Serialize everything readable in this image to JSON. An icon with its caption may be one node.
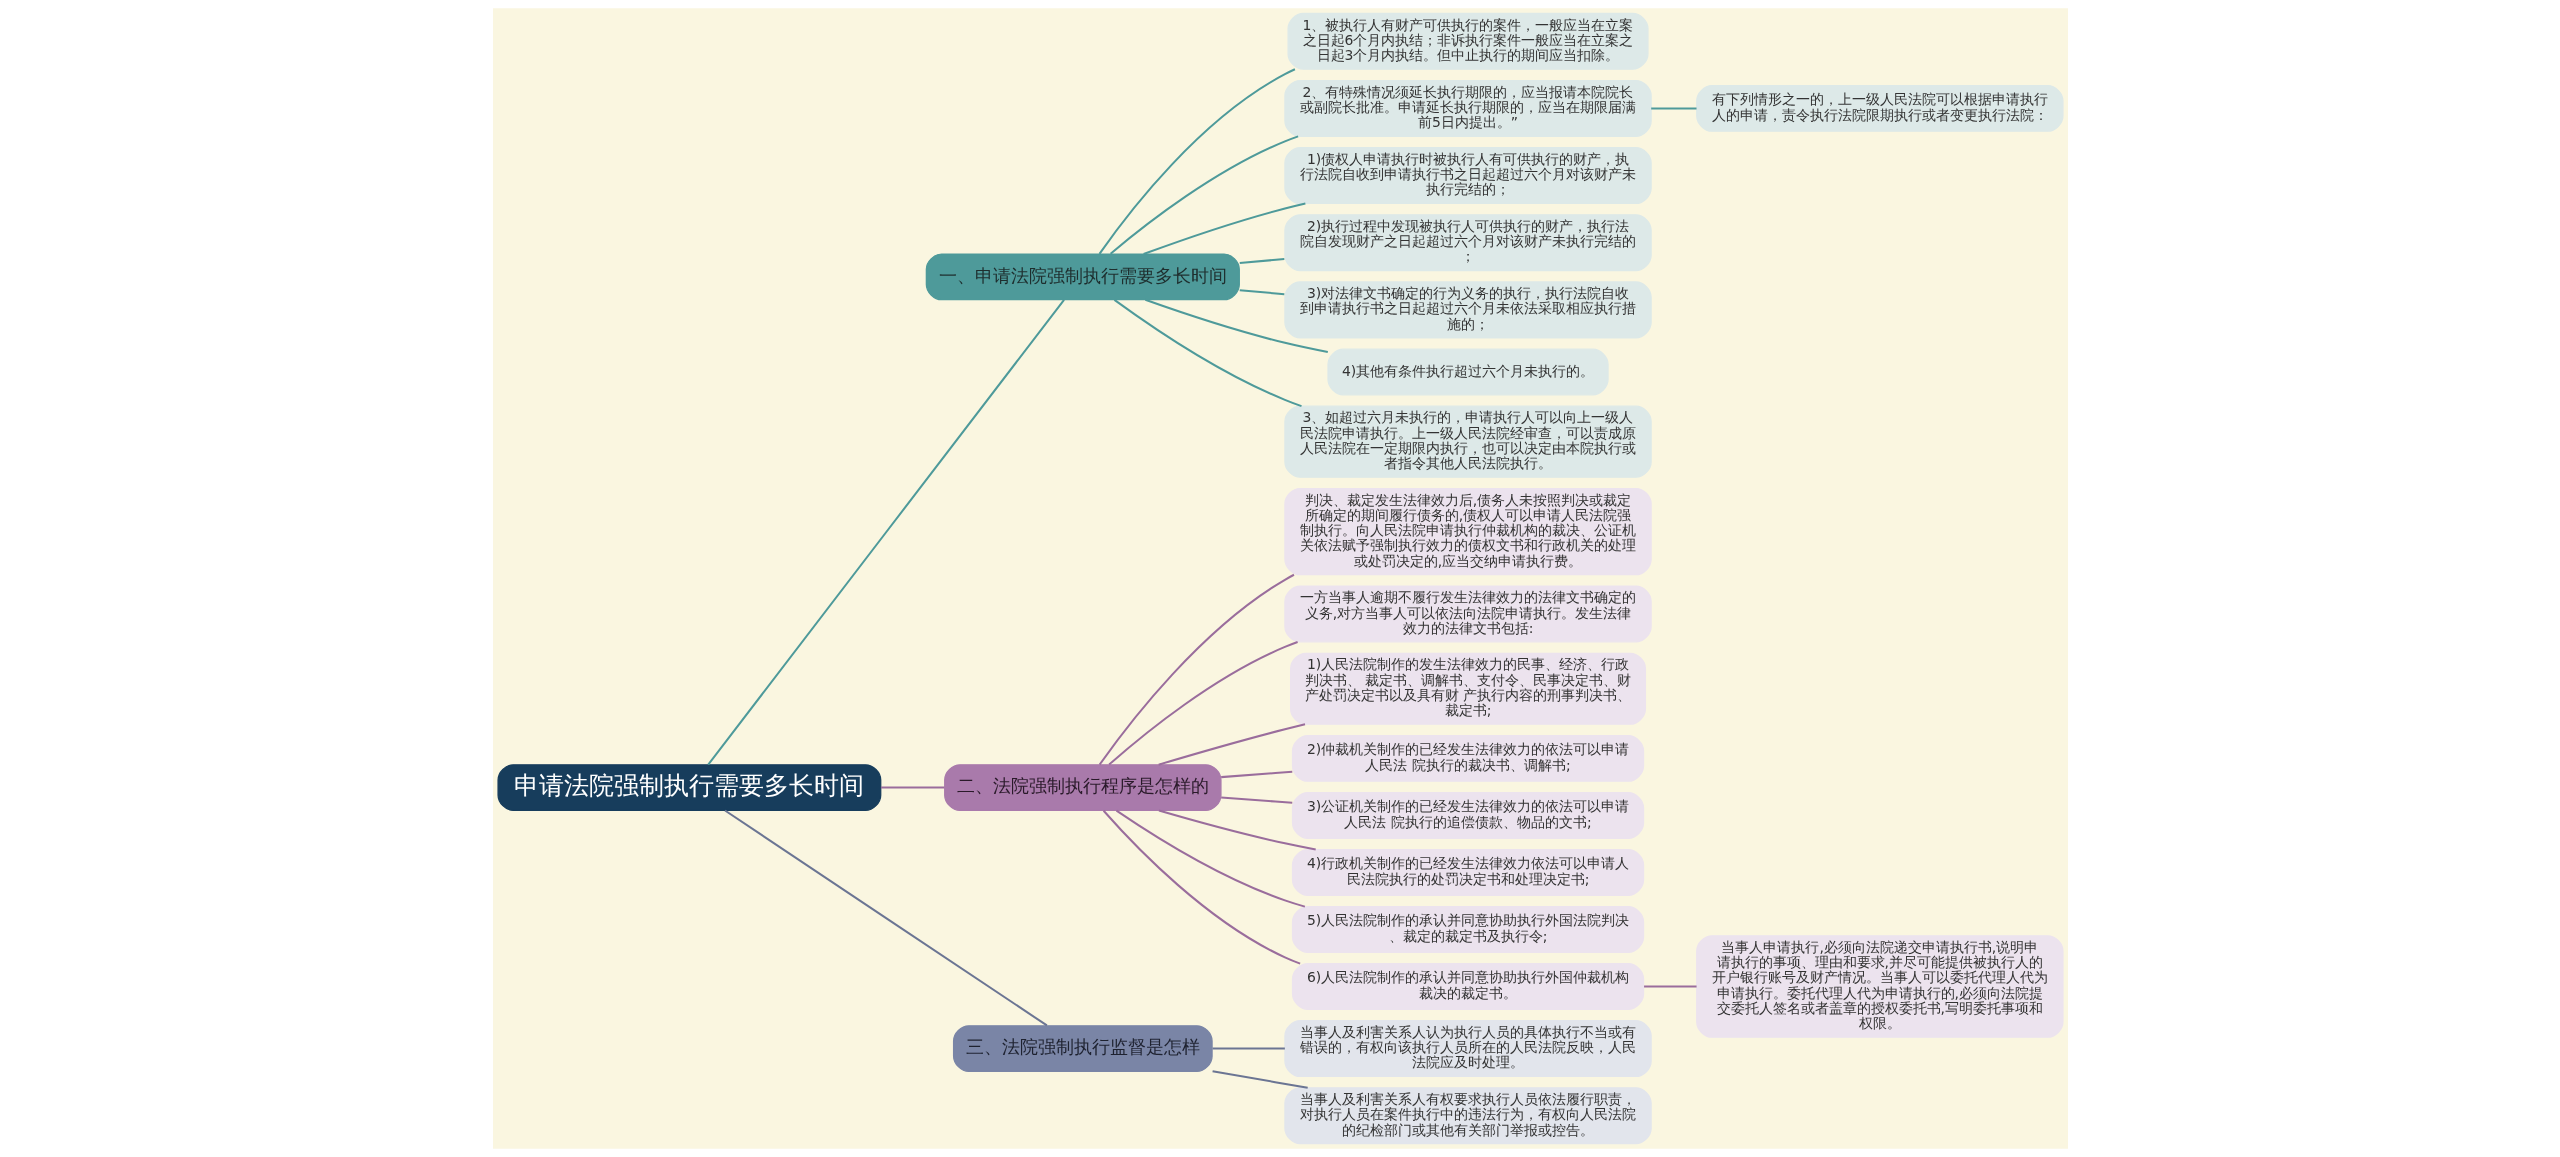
{
  "diagram": {
    "nodes": [
      {
        "text": [
          "申请法院强制执行需要多长时间"
        ]
      },
      {
        "text": [
          "一、申请法院强制执行需要多长时间"
        ]
      },
      {
        "text": [
          "1、被执行人有财产可供执行的案件，一般应当在立案之日起6个月内执结；非诉执行案件一般应当在立案之日起3个月内执结。但中止执行的期间应当扣除。"
        ]
      },
      {
        "text": [
          "2、有特殊情况须延长执行期限的，应当报请本院院长或副院长批准。申请延长执行期限的，应当在期限届满前5日内提出。”"
        ]
      },
      {
        "text": [
          "有下列情形之一的，上一级人民法院可以根据申请执行人的申请，责令执行法院限期执行或者变更执行法院："
        ]
      },
      {
        "text": [
          "1)债权人申请执行时被执行人有可供执行的财产，执行法院自收到申请执行书之日起超过六个月对该财产未执行完结的；"
        ]
      },
      {
        "text": [
          "2)执行过程中发现被执行人可供执行的财产，执行法院自发现财产之日起超过六个月对该财产未执行完结的；"
        ]
      },
      {
        "text": [
          "3)对法律文书确定的行为义务的执行，执行法院自收到申请执行书之日起超过六个月未依法采取相应执行措施的；"
        ]
      },
      {
        "text": [
          "4)其他有条件执行超过六个月未执行的。"
        ]
      },
      {
        "text": [
          "3、如超过六月未执行的，申请执行人可以向上一级人民法院申请执行。上一级人民法院经审查，可以责成原人民法院在一定期限内执行，也可以决定由本院执行或者指令其他人民法院执行。"
        ]
      },
      {
        "text": [
          "二、法院强制执行程序是怎样的"
        ]
      },
      {
        "text": [
          "判决、裁定发生法律效力后,债务人未按照判决或裁定所确定的期间履行债务的,债权人可以申请人民法院强制执行。向人民法院申请执行仲裁机构的裁决、公证机关依法赋予强制执行效力的债权文书和行政机关的处理或处罚决定的,应当交纳申请执行费。"
        ]
      },
      {
        "text": [
          "一方当事人逾期不履行发生法律效力的法律文书确定的义务,对方当事人可以依法向法院申请执行。发生法律效力的法律文书包括:"
        ]
      },
      {
        "text": [
          "1)人民法院制作的发生法律效力的民事、经济、行政判决书、 裁定书、调解书、支付令、民事决定书、财产处罚决定书以及具有财 产执行内容的刑事判决书、裁定书;"
        ]
      },
      {
        "text": [
          "2)仲裁机关制作的已经发生法律效力的依法可以申请人民法 院执行的裁决书、调解书;"
        ]
      },
      {
        "text": [
          "3)公证机关制作的已经发生法律效力的依法可以申请人民法 院执行的追偿债款、物品的文书;"
        ]
      },
      {
        "text": [
          "4)行政机关制作的已经发生法律效力依法可以申请人民法院执行的处罚决定书和处理决定书;"
        ]
      },
      {
        "text": [
          "5)人民法院制作的承认并同意协助执行外国法院判决、裁定的裁定书及执行令;"
        ]
      },
      {
        "text": [
          "6)人民法院制作的承认并同意协助执行外国仲裁机构裁决的裁定书。"
        ]
      },
      {
        "text": [
          "当事人申请执行,必须向法院递交申请执行书,说明申请执行的事项、理由和要求,并尽可能提供被执行人的开户银行账号及财产情况。当事人可以委托代理人代为申请执行。委托代理人代为申请执行的,必须向法院提交委托人签名或者盖章的授权委托书,写明委托事项和权限。"
        ]
      },
      {
        "text": [
          "三、法院强制执行监督是怎样"
        ]
      },
      {
        "text": [
          "当事人及利害关系人认为执行人员的具体执行不当或有错误的，有权向该执行人员所在的人民法院反映，人民法院应及时处理。"
        ]
      },
      {
        "text": [
          "当事人及利害关系人有权要求执行人员依法履行职责，对执行人员在案件执行中的违法行为，有权向人民法院的纪检部门或其他有关部门举报或控告。"
        ]
      }
    ],
    "edges": [
      {
        "from": 0,
        "to": 1,
        "arrow": "none",
        "color": "#4e9a9a"
      },
      {
        "from": 1,
        "to": 2,
        "arrow": "none",
        "color": "#4e9a9a"
      },
      {
        "from": 1,
        "to": 3,
        "arrow": "none",
        "color": "#4e9a9a"
      },
      {
        "from": 3,
        "to": 4,
        "arrow": "none",
        "color": "#4e9a9a"
      },
      {
        "from": 1,
        "to": 5,
        "arrow": "none",
        "color": "#4e9a9a"
      },
      {
        "from": 1,
        "to": 6,
        "arrow": "none",
        "color": "#4e9a9a"
      },
      {
        "from": 1,
        "to": 7,
        "arrow": "none",
        "color": "#4e9a9a"
      },
      {
        "from": 1,
        "to": 8,
        "arrow": "none",
        "color": "#4e9a9a"
      },
      {
        "from": 1,
        "to": 9,
        "arrow": "none",
        "color": "#4e9a9a"
      },
      {
        "from": 0,
        "to": 10,
        "arrow": "none"
      },
      {
        "from": 10,
        "to": 11,
        "arrow": "none"
      },
      {
        "from": 10,
        "to": 12,
        "arrow": "none"
      },
      {
        "from": 10,
        "to": 13,
        "arrow": "none"
      },
      {
        "from": 10,
        "to": 14,
        "arrow": "none"
      },
      {
        "from": 10,
        "to": 15,
        "arrow": "none"
      },
      {
        "from": 10,
        "to": 16,
        "arrow": "none"
      },
      {
        "from": 10,
        "to": 17,
        "arrow": "none"
      },
      {
        "from": 10,
        "to": 18,
        "arrow": "none"
      },
      {
        "from": 18,
        "to": 19,
        "arrow": "none"
      },
      {
        "from": 0,
        "to": 20,
        "arrow": "none",
        "color": "#6b7593"
      },
      {
        "from": 20,
        "to": 21,
        "arrow": "none",
        "color": "#6b7593"
      },
      {
        "from": 20,
        "to": 22,
        "arrow": "none",
        "color": "#6b7593"
      }
    ]
  }
}
